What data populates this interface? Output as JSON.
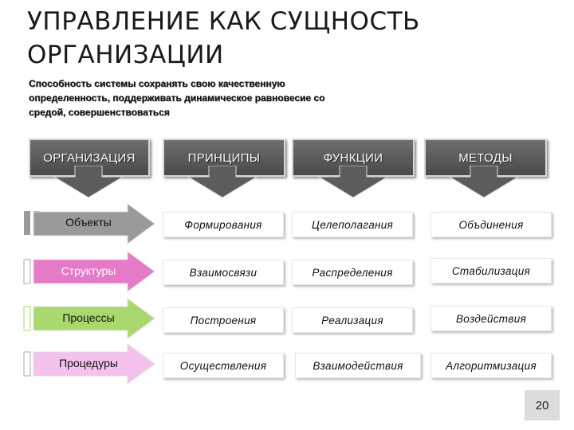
{
  "title": "УПРАВЛЕНИЕ КАК СУЩНОСТЬ ОРГАНИЗАЦИИ",
  "subtitle": "Способность системы сохранять свою качественную определенность, поддерживать динамическое равновесие со средой, совершенствоваться",
  "headers": [
    "ОРГАНИЗАЦИЯ",
    "ПРИНЦИПЫ",
    "ФУНКЦИИ",
    "МЕТОДЫ"
  ],
  "rows": [
    {
      "label": "Объекты",
      "arrow_color": "#9a9a9a",
      "bar_color": "#9a9a9a",
      "cells": [
        "Формирования",
        "Целеполагания",
        "Объдинения"
      ]
    },
    {
      "label": "Структуры",
      "arrow_color": "#e57ac8",
      "bar_color": "#d0d0d0",
      "cells": [
        "Взаимосвязи",
        "Распределения",
        "Стабилизация"
      ]
    },
    {
      "label": "Процессы",
      "arrow_color": "#a9d86e",
      "bar_color": "#a9d86e",
      "cells": [
        "Построения",
        "Реализация",
        "Воздействия"
      ]
    },
    {
      "label": "Процедуры",
      "arrow_color": "#f5c2ee",
      "bar_color": "#f5c2ee",
      "cells": [
        "Осуществления",
        "Взаимодействия",
        "Алгоритмизация"
      ]
    }
  ],
  "page_number": "20",
  "colors": {
    "header_fill": "#5a5a5a",
    "arrow_down_fill": "#5c5c5c"
  }
}
